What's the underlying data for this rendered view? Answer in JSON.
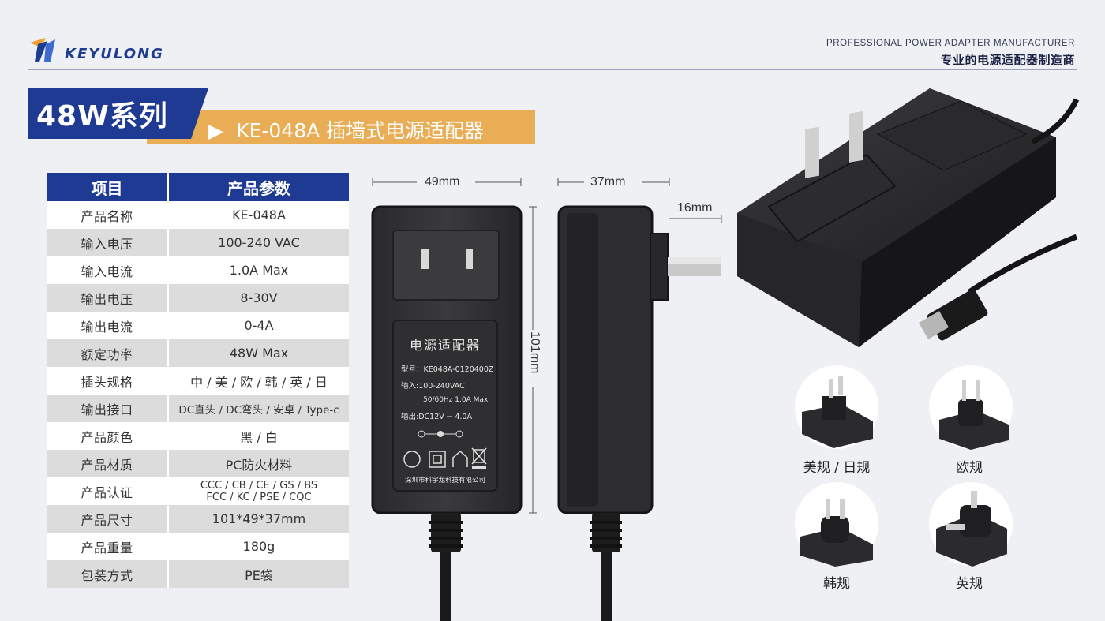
{
  "header": {
    "brand": "KEYULONG",
    "tagline_en": "PROFESSIONAL POWER ADAPTER MANUFACTURER",
    "tagline_cn": "专业的电源适配器制造商"
  },
  "title": {
    "series": "48W系列",
    "arrow": "▶",
    "model": "KE-048A 插墙式电源适配器"
  },
  "colors": {
    "navy": "#1f3a92",
    "orange": "#e9ad55",
    "background": "#eef0f4"
  },
  "spec_table": {
    "headers": [
      "项目",
      "产品参数"
    ],
    "rows": [
      {
        "key": "产品名称",
        "value": "KE-048A"
      },
      {
        "key": "输入电压",
        "value": "100-240 VAC"
      },
      {
        "key": "输入电流",
        "value": "1.0A Max"
      },
      {
        "key": "输出电压",
        "value": "8-30V"
      },
      {
        "key": "输出电流",
        "value": "0-4A"
      },
      {
        "key": "额定功率",
        "value": "48W Max"
      },
      {
        "key": "插头规格",
        "value": "中 / 美 / 欧 / 韩 / 英 / 日"
      },
      {
        "key": "输出接口",
        "value": "DC直头 / DC弯头 / 安卓 / Type-c"
      },
      {
        "key": "产品颜色",
        "value": "黑 / 白"
      },
      {
        "key": "产品材质",
        "value": "PC防火材料"
      },
      {
        "key": "产品认证",
        "value": "CCC / CB / CE / GS / BS",
        "value2": "FCC / KC / PSE / CQC"
      },
      {
        "key": "产品尺寸",
        "value": "101*49*37mm"
      },
      {
        "key": "产品重量",
        "value": "180g"
      },
      {
        "key": "包装方式",
        "value": "PE袋"
      }
    ]
  },
  "dimensions": {
    "width": "49mm",
    "depth": "37mm",
    "pin": "16mm",
    "height": "101mm"
  },
  "label": {
    "title": "电源适配器",
    "model": "型号：KE048A-0120400Z",
    "input": "输入:100-240VAC",
    "freq": "50/60Hz 1.0A Max",
    "output": "输出:DC12V ⎓ 4.0A",
    "maker": "深圳市科宇龙科技有限公司"
  },
  "plug_types": [
    "美规 / 日规",
    "欧规",
    "韩规",
    "英规"
  ]
}
